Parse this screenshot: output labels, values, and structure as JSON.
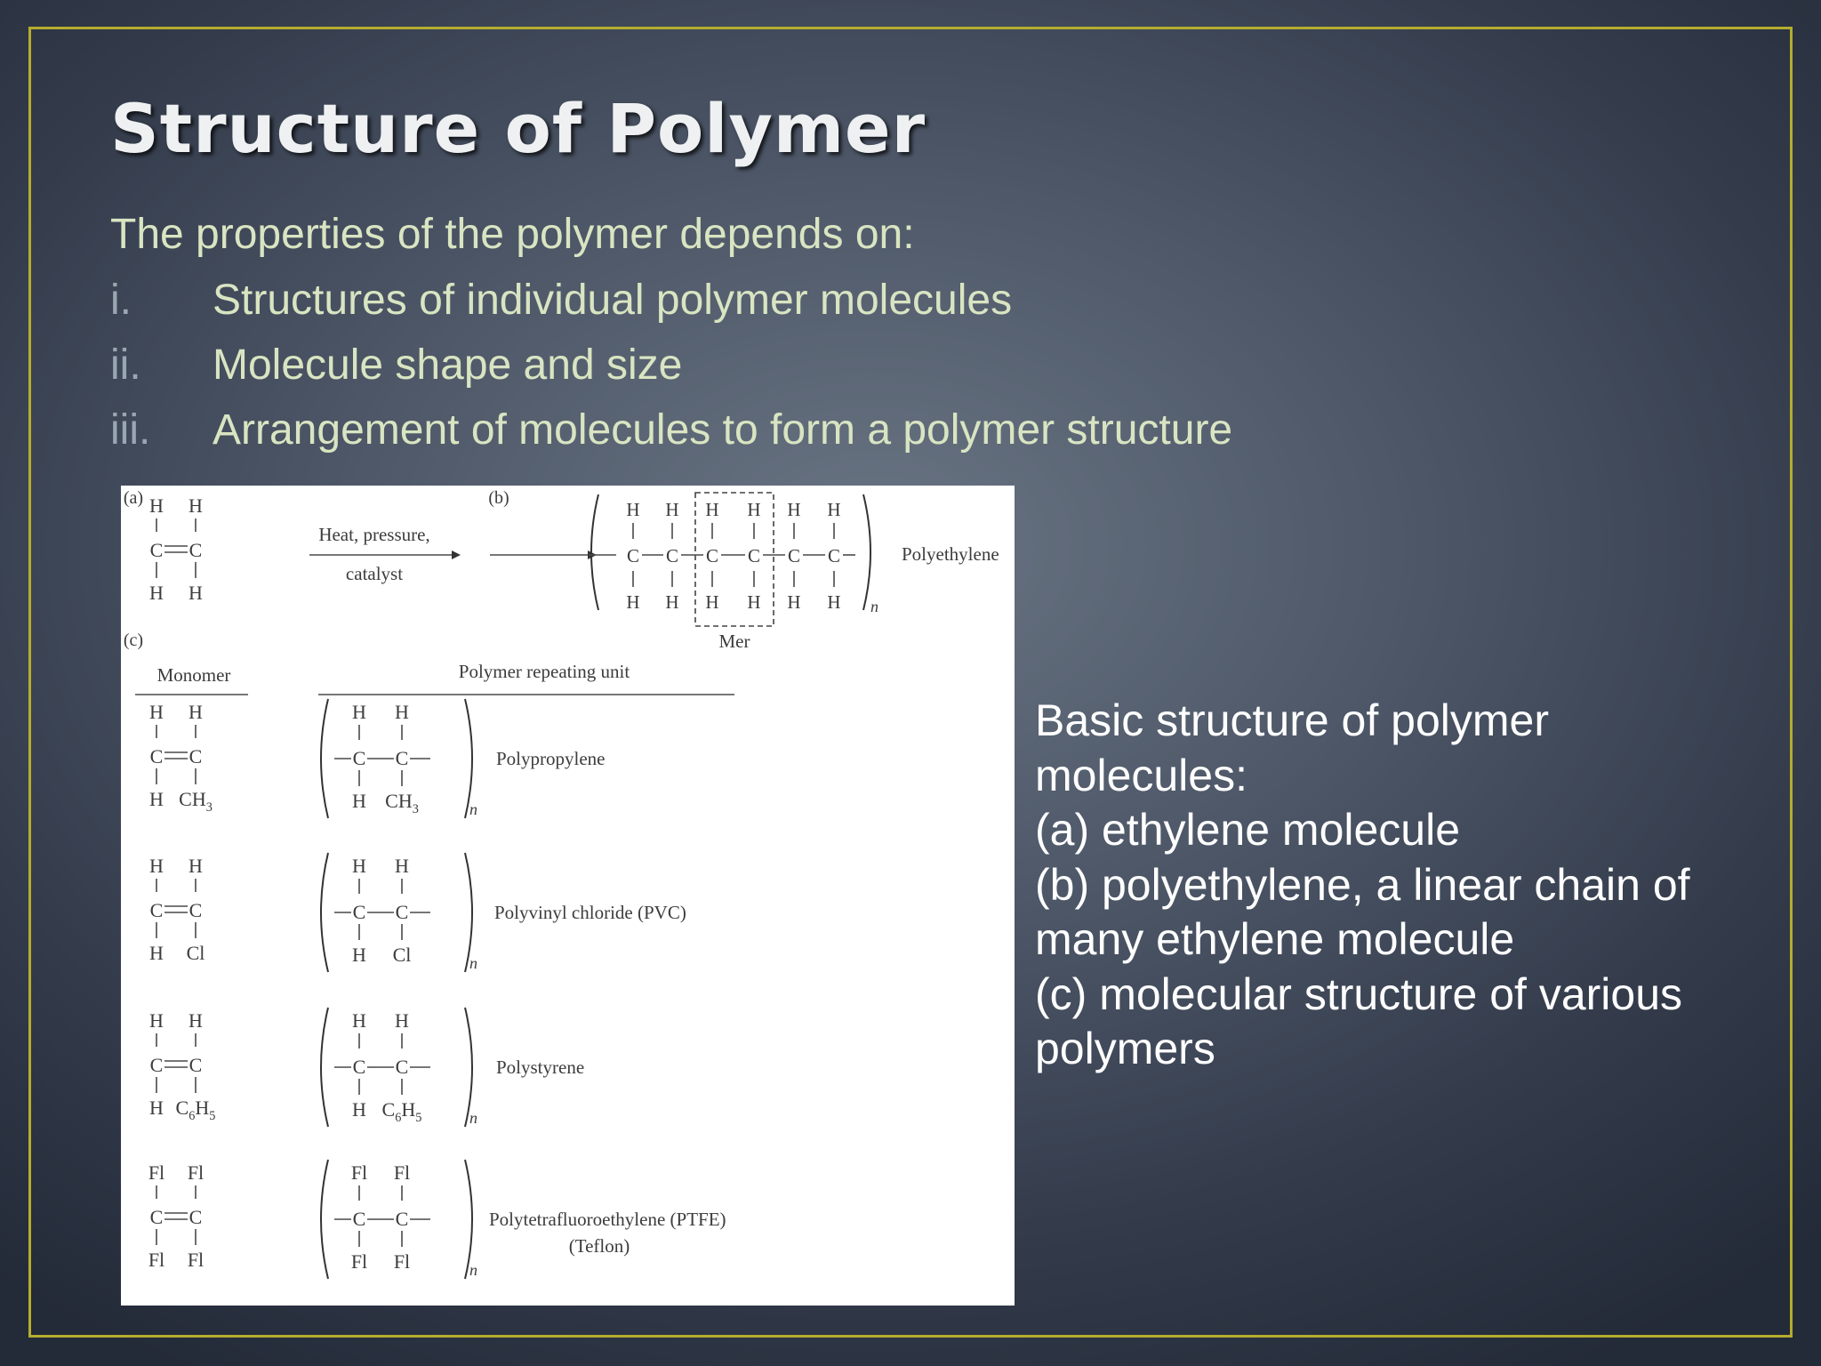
{
  "slide": {
    "title": "Structure of Polymer",
    "intro": "The properties of the polymer depends on:",
    "items": [
      {
        "num": "i.",
        "text": "Structures of individual polymer molecules"
      },
      {
        "num": "ii.",
        "text": "Molecule shape and size"
      },
      {
        "num": "iii.",
        "text": "Arrangement of molecules to form a polymer structure"
      }
    ],
    "caption_lines": [
      "Basic structure of polymer",
      "molecules:",
      "(a)  ethylene molecule",
      "(b) polyethylene, a linear chain of",
      "many ethylene molecule",
      "(c) molecular structure of various",
      "polymers"
    ]
  },
  "figure": {
    "label_a": "(a)",
    "label_b": "(b)",
    "label_c": "(c)",
    "reaction_line1": "Heat,  pressure,",
    "reaction_line2": "catalyst",
    "polyethylene": "Polyethylene",
    "mer": "Mer",
    "n": "n",
    "monomer_header": "Monomer",
    "polymer_header": "Polymer  repeating  unit",
    "monomer_H": "H",
    "monomer_C": "C",
    "ethylene": {
      "top": [
        "H",
        "H"
      ],
      "bottom": [
        "H",
        "H"
      ]
    },
    "rows": [
      {
        "monomer_top": [
          "H",
          "H"
        ],
        "monomer_bottom": [
          "H",
          "CH3"
        ],
        "unit_top": [
          "H",
          "H"
        ],
        "unit_bottom": [
          "H",
          "CH3"
        ],
        "name": "Polypropylene"
      },
      {
        "monomer_top": [
          "H",
          "H"
        ],
        "monomer_bottom": [
          "H",
          "Cl"
        ],
        "unit_top": [
          "H",
          "H"
        ],
        "unit_bottom": [
          "H",
          "Cl"
        ],
        "name": "Polyvinyl  chloride  (PVC)"
      },
      {
        "monomer_top": [
          "H",
          "H"
        ],
        "monomer_bottom": [
          "H",
          "C6H5"
        ],
        "unit_top": [
          "H",
          "H"
        ],
        "unit_bottom": [
          "H",
          "C6H5"
        ],
        "name": "Polystyrene"
      },
      {
        "monomer_top": [
          "Fl",
          "Fl"
        ],
        "monomer_bottom": [
          "Fl",
          "Fl"
        ],
        "unit_top": [
          "Fl",
          "Fl"
        ],
        "unit_bottom": [
          "Fl",
          "Fl"
        ],
        "name": "Polytetrafluoroethylene  (PTFE)",
        "name2": "(Teflon)"
      }
    ]
  }
}
